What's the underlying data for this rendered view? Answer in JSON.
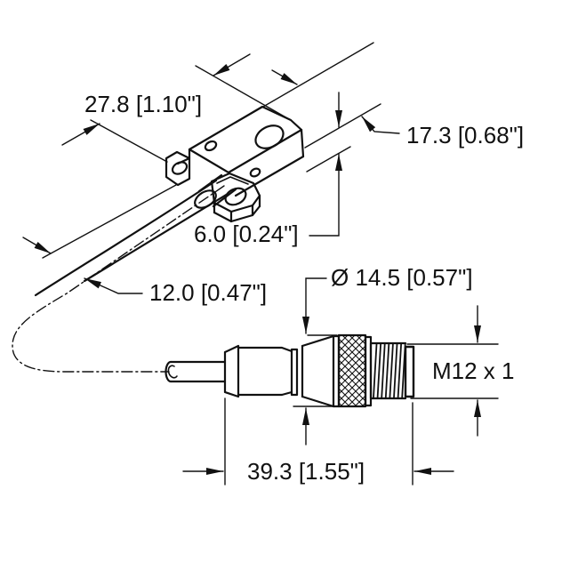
{
  "drawing": {
    "type": "technical-dimension-drawing",
    "subject": "flatpack-sensor-with-M12-connector-pigtail",
    "colors": {
      "line": "#111111",
      "background": "#ffffff"
    },
    "labels": {
      "length": "27.8 [1.10\"]",
      "width": "17.3 [0.68\"]",
      "thickness": "6.0 [0.24\"]",
      "cable_offset": "12.0 [0.47\"]",
      "connector_diameter": "Ø 14.5 [0.57\"]",
      "thread_spec": "M12 x 1",
      "connector_length": "39.3 [1.55\"]"
    }
  }
}
